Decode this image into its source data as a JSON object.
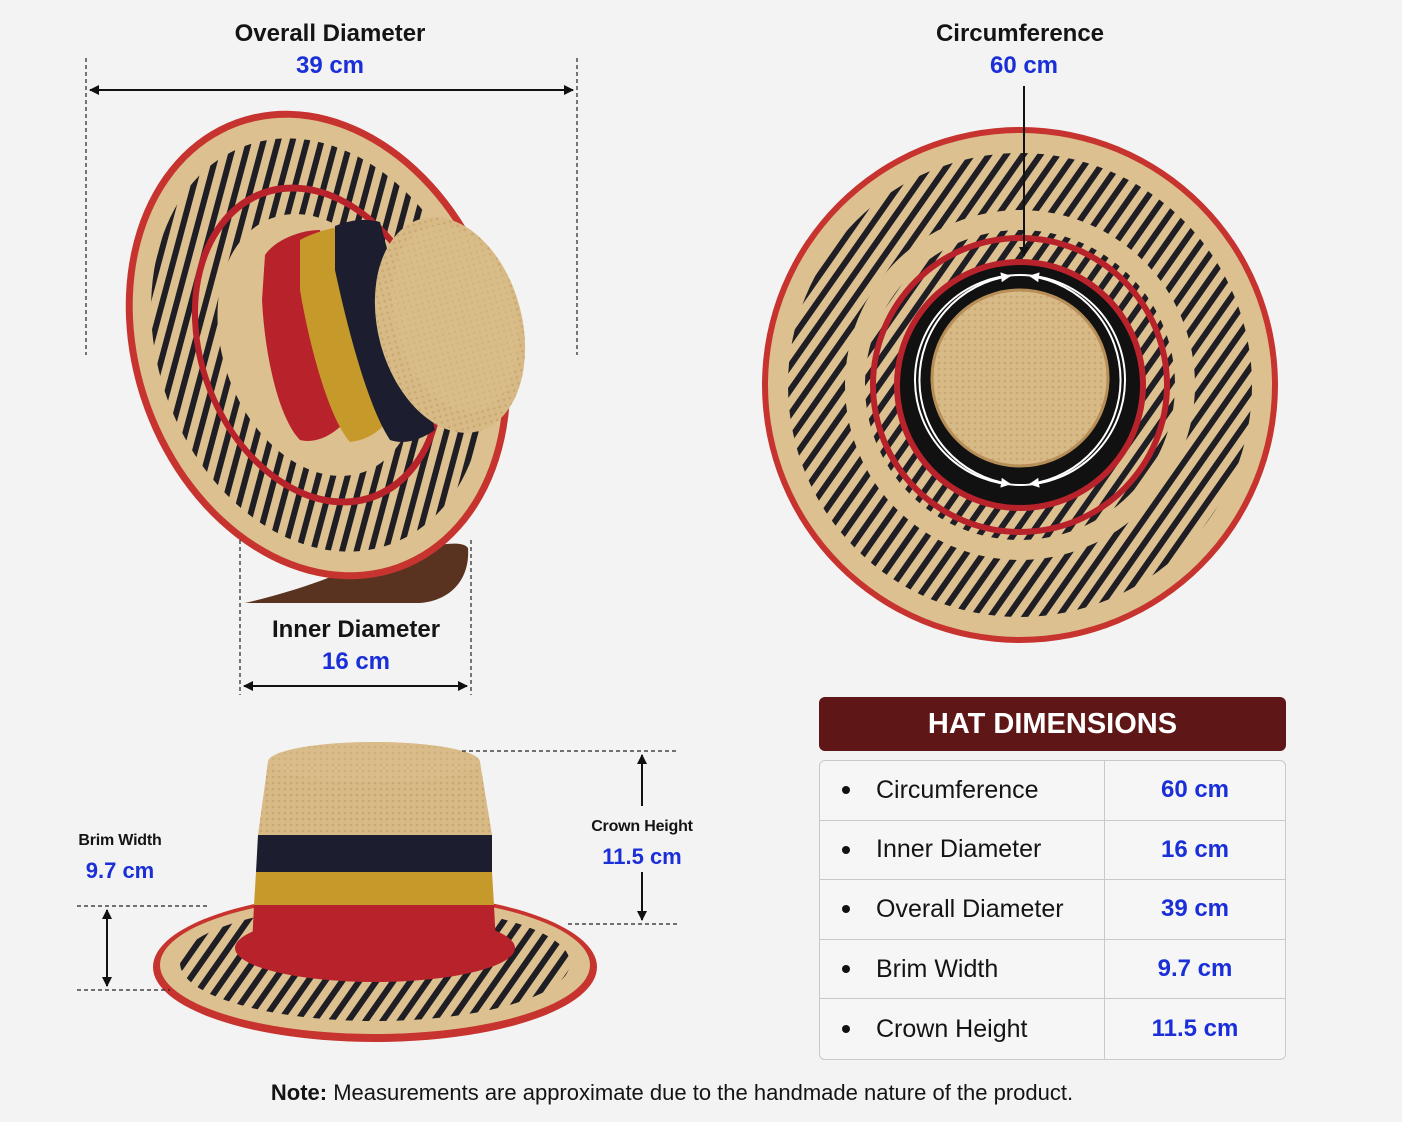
{
  "labels": {
    "overall": {
      "title": "Overall Diameter",
      "value": "39 cm"
    },
    "inner": {
      "title": "Inner Diameter",
      "value": "16 cm"
    },
    "circumference": {
      "title": "Circumference",
      "value": "60 cm"
    },
    "brim": {
      "title": "Brim Width",
      "value": "9.7 cm"
    },
    "crown": {
      "title": "Crown Height",
      "value": "11.5 cm"
    }
  },
  "table": {
    "title": "HAT DIMENSIONS",
    "rows": [
      {
        "name": "Circumference",
        "value": "60 cm"
      },
      {
        "name": "Inner Diameter",
        "value": "16 cm"
      },
      {
        "name": "Overall Diameter",
        "value": "39 cm"
      },
      {
        "name": "Brim Width",
        "value": "9.7 cm"
      },
      {
        "name": "Crown Height",
        "value": "11.5 cm"
      }
    ]
  },
  "note": {
    "label": "Note:",
    "text": " Measurements are approximate due to the handmade nature of the product."
  },
  "colors": {
    "straw": "#dcc08f",
    "black_band": "#1c1d2e",
    "mustard_band": "#c69a2a",
    "red_band": "#b8222b",
    "header_bg": "#5e1616",
    "value_blue": "#1a2fd8"
  }
}
